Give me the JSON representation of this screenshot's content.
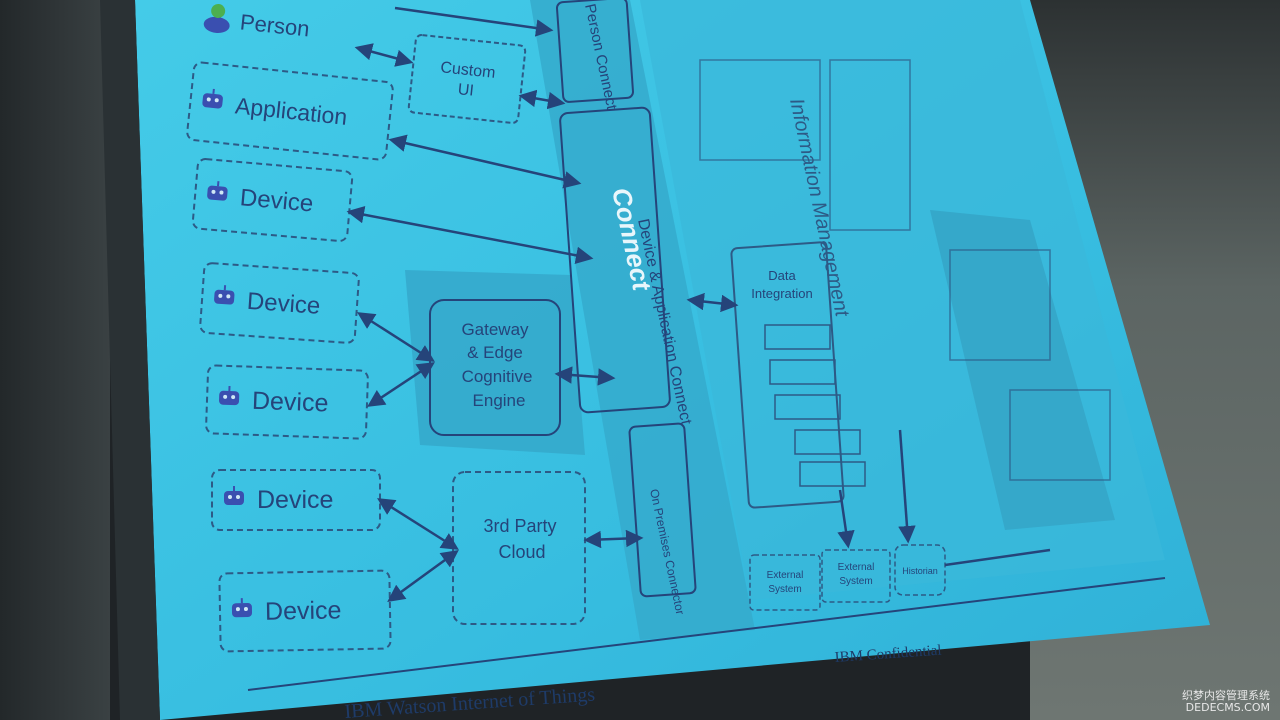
{
  "slide": {
    "sources": [
      {
        "label": "Person",
        "icon": "person-icon"
      },
      {
        "label": "Application",
        "icon": "robot-icon"
      },
      {
        "label": "Device",
        "icon": "robot-icon"
      },
      {
        "label": "Device",
        "icon": "robot-icon"
      },
      {
        "label": "Device",
        "icon": "robot-icon"
      },
      {
        "label": "Device",
        "icon": "robot-icon"
      },
      {
        "label": "Device",
        "icon": "robot-icon"
      }
    ],
    "custom_ui": [
      "Custom",
      "UI"
    ],
    "gateway": [
      "Gateway",
      "& Edge",
      "Cognitive",
      "Engine"
    ],
    "cloud": [
      "3rd Party",
      "Cloud"
    ],
    "person_connect": "Person Connect",
    "connect": "Connect",
    "device_app_connect": "Device & Application Connect",
    "on_premise": "On Premises Connector",
    "data_integration": [
      "Data",
      "Integration"
    ],
    "info_management": "Information Management",
    "external_system_1": [
      "External",
      "System"
    ],
    "external_system_2": [
      "External",
      "System"
    ],
    "historian": "Historian",
    "confidential": "IBM Confidential",
    "footer": "IBM Watson Internet of Things"
  },
  "watermark": [
    "织梦内容管理系统",
    "DEDECMS.COM"
  ],
  "colors": {
    "screen": "#3cc3e2",
    "screen_dark": "#35aacc",
    "ink": "#25447a",
    "dashed": "#2d5a86"
  }
}
